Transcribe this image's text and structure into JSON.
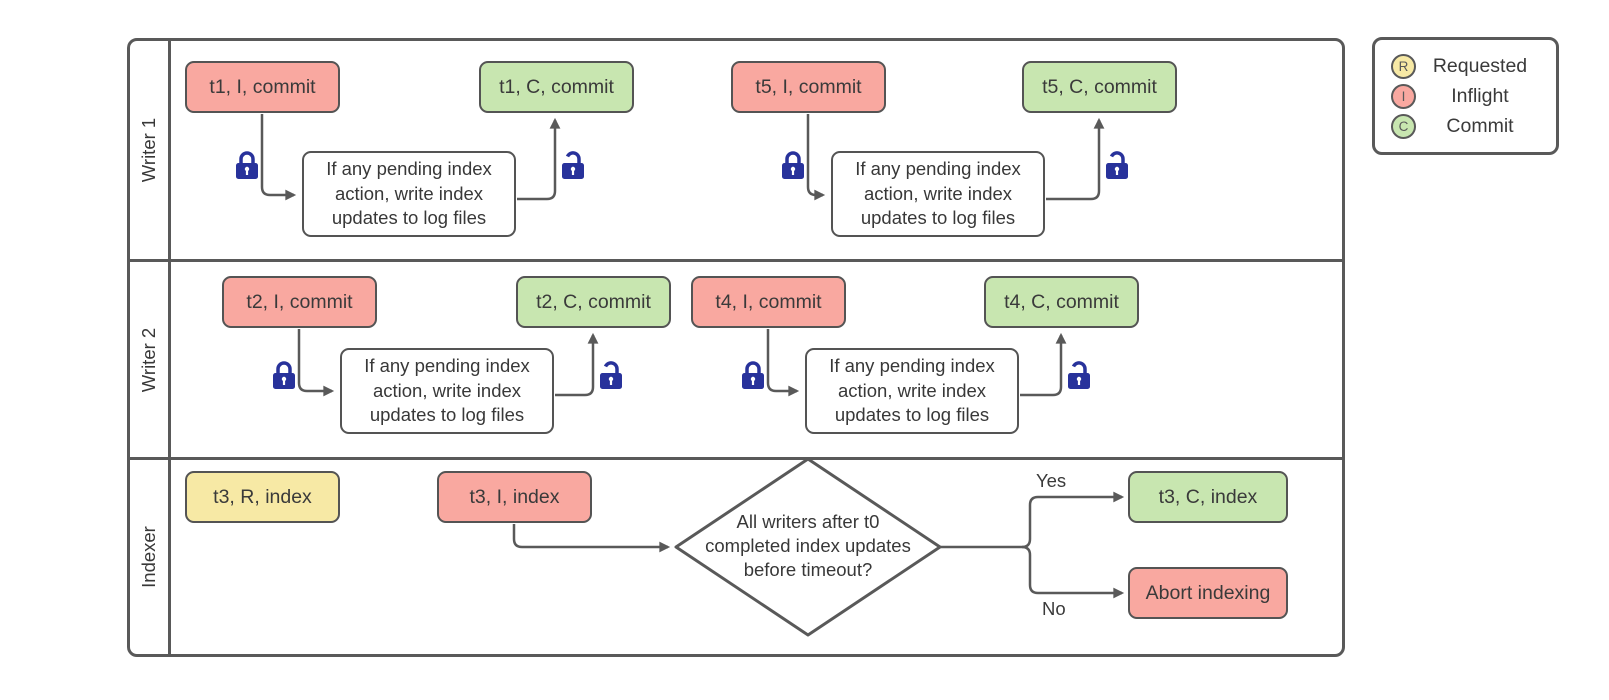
{
  "lanes": {
    "writer1": "Writer 1",
    "writer2": "Writer 2",
    "indexer": "Indexer"
  },
  "process_text": "If any pending index action, write index updates to log files",
  "nodes": {
    "t1_inflight": "t1, I, commit",
    "t1_commit": "t1, C, commit",
    "t5_inflight": "t5, I, commit",
    "t5_commit": "t5, C, commit",
    "t2_inflight": "t2, I, commit",
    "t2_commit": "t2, C, commit",
    "t4_inflight": "t4, I, commit",
    "t4_commit": "t4, C, commit",
    "t3_requested": "t3, R, index",
    "t3_inflight": "t3, I, index",
    "t3_commit": "t3, C, index",
    "abort": "Abort indexing"
  },
  "decision": {
    "text": "All writers after t0 completed index updates before timeout?",
    "yes": "Yes",
    "no": "No"
  },
  "legend": {
    "items": [
      {
        "letter": "R",
        "label": "Requested",
        "color": "#F7E9A5"
      },
      {
        "letter": "I",
        "label": "Inflight",
        "color": "#F9A8A0"
      },
      {
        "letter": "C",
        "label": "Commit",
        "color": "#C8E6B0"
      }
    ]
  },
  "colors": {
    "inflight_fill": "#F9A8A0",
    "commit_fill": "#C8E6B0",
    "requested_fill": "#F7E9A5",
    "stroke": "#595959",
    "lock_fill": "#28329B"
  }
}
